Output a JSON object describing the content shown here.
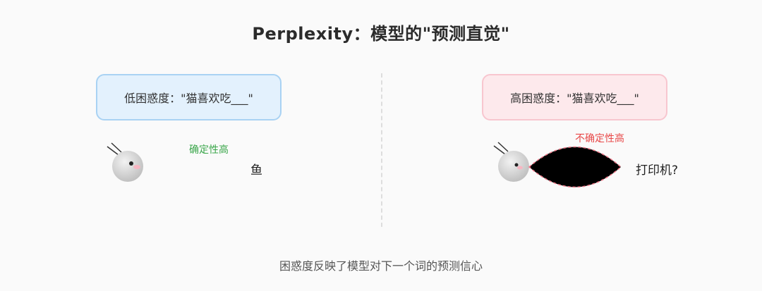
{
  "title": "Perplexity：模型的\"预测直觉\"",
  "low": {
    "prompt": "低困惑度：\"猫喜欢吃___\"",
    "certainty": "确定性高",
    "prediction": "鱼"
  },
  "high": {
    "prompt": "高困惑度：\"猫喜欢吃___\"",
    "certainty": "不确定性高",
    "prediction": "打印机?"
  },
  "caption": "困惑度反映了模型对下一个词的预测信心",
  "colors": {
    "low_fill": "#e3f1fd",
    "low_border": "#a9d2f3",
    "high_fill": "#fde9ec",
    "high_border": "#f8c6cf",
    "certain_text": "#3aa64a",
    "uncertain_text": "#e84848"
  },
  "icons": [
    "cat-head-icon-calm",
    "cat-head-icon-confused",
    "uncertainty-blob"
  ]
}
